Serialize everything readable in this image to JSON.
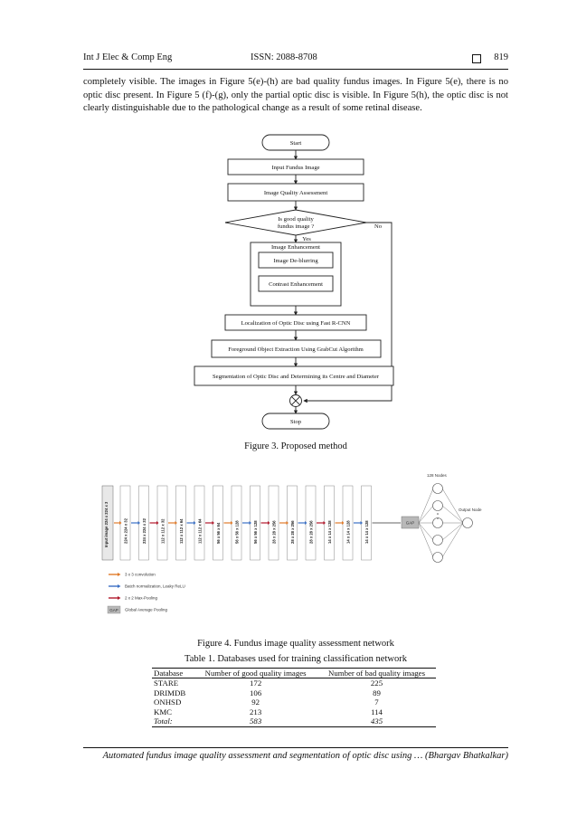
{
  "header": {
    "journal": "Int J Elec & Comp Eng",
    "issn": "ISSN: 2088-8708",
    "page": "819"
  },
  "body_text": "completely visible. The images in Figure 5(e)-(h) are bad quality fundus images. In Figure 5(e), there is no optic disc present. In Figure 5 (f)-(g), only the partial optic disc is visible. In Figure 5(h), the optic disc is not clearly distinguishable due to the pathological change as a result of some retinal disease.",
  "figure3": {
    "caption": "Figure 3. Proposed method",
    "start": "Start",
    "input": "Input Fundus Image",
    "quality": "Image Quality Assessment",
    "decision_line1": "Is good quality",
    "decision_line2": "fundus image ?",
    "yes": "Yes",
    "no": "No",
    "enhancement": "Image Enhancement",
    "deblur": "Image De-blurring",
    "contrast": "Contrast Enhancement",
    "localization": "Localization of Optic Disc using Fast R-CNN",
    "foreground": "Foreground Object Extraction Using GrabCut Algorithm",
    "segmentation": "Segmentation of Optic Disc and Determining its Centre and Diameter",
    "stop": "Stop"
  },
  "figure4": {
    "caption": "Figure 4. Fundus image quality assessment network",
    "input_line1": "Input image",
    "input_line2": "224 x 224 x 3",
    "layers": [
      "224 x 224 x 32",
      "224 x 224 x 32",
      "112 x 112 x 32",
      "112 x 112 x 64",
      "112 x 112 x 64",
      "56 x 56 x 64",
      "56 x 56 x 128",
      "56 x 56 x 128",
      "28 x 28 x 256",
      "28 x 28 x 256",
      "28 x 28 x 256",
      "14 x 14 x 128",
      "14 x 14 x 128",
      "14 x 14 x 128"
    ],
    "gap": "GAP",
    "nodes_label": "128 Nodes",
    "output_label": "Output Node",
    "legend": [
      {
        "color": "#e07b2a",
        "label": "3 x 3 convolution"
      },
      {
        "color": "#3a6fc4",
        "label": "Batch normalization, Leaky ReLU"
      },
      {
        "color": "#b0182b",
        "label": "2 x 2 Max-Pooling"
      },
      {
        "color": "#b8b8b8",
        "label": "Global Average Pooling",
        "tag": "GAP"
      }
    ]
  },
  "table1": {
    "caption": "Table 1. Databases used for training classification network",
    "headers": [
      "Database",
      "Number of good quality images",
      "Number of bad quality images"
    ],
    "rows": [
      [
        "STARE",
        "172",
        "225"
      ],
      [
        "DRIMDB",
        "106",
        "89"
      ],
      [
        "ONHSD",
        "92",
        "7"
      ],
      [
        "KMC",
        "213",
        "114"
      ]
    ],
    "total": [
      "Total:",
      "583",
      "435"
    ]
  },
  "footer": "Automated fundus image quality assessment and segmentation of optic disc using … (Bhargav Bhatkalkar)"
}
